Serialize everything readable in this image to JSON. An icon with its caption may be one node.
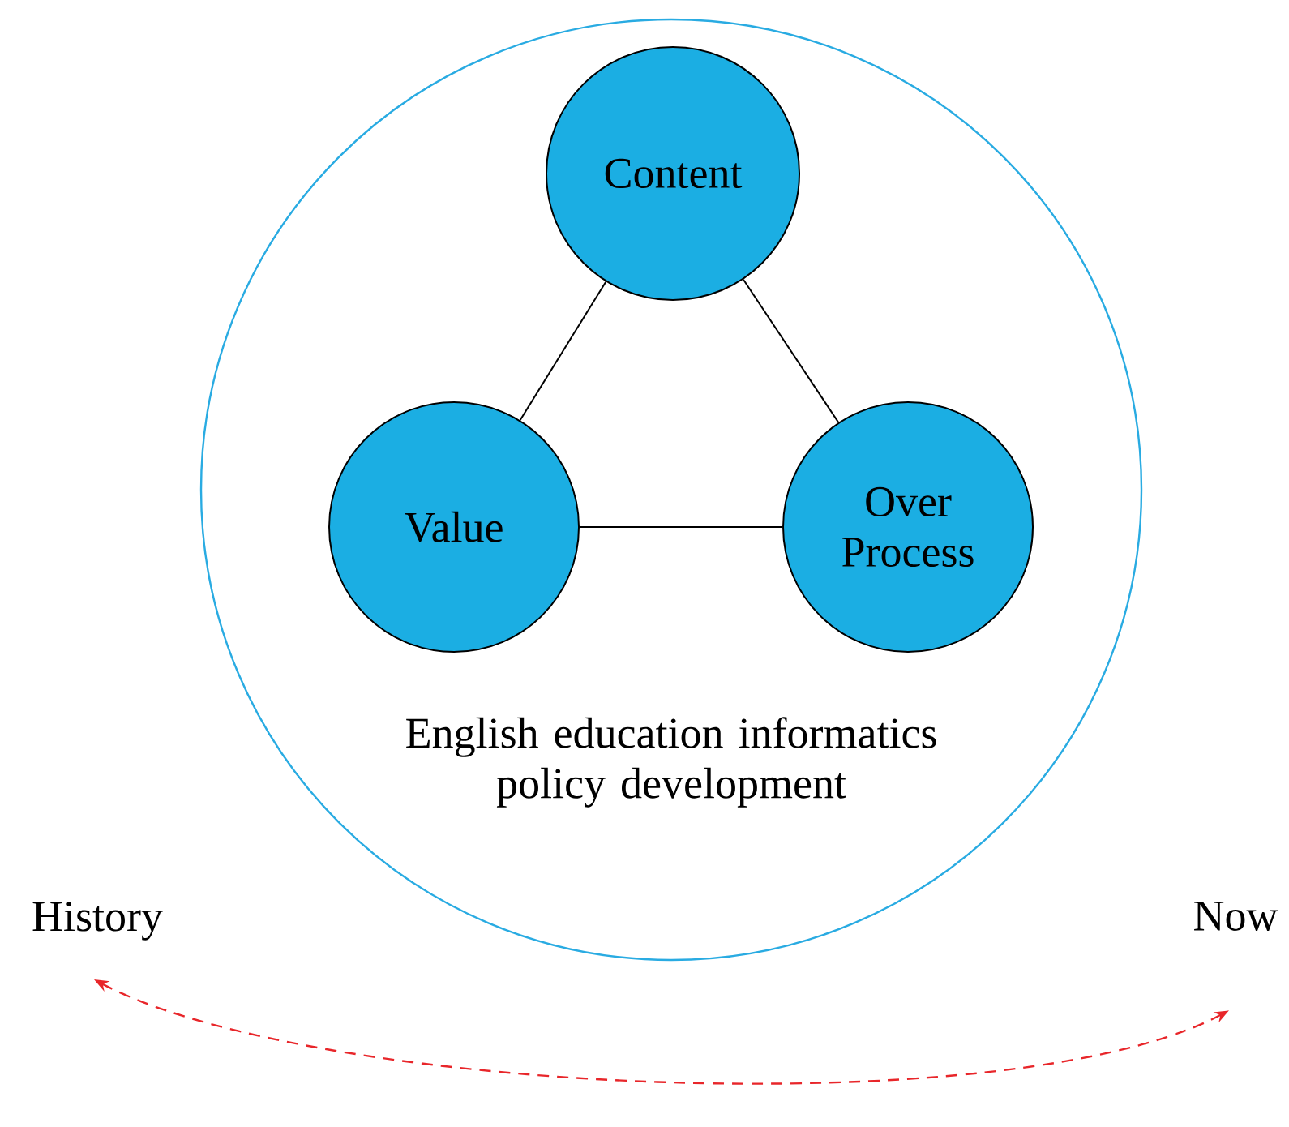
{
  "diagram": {
    "nodes": [
      {
        "text": [
          "English education informatics policy development"
        ]
      },
      {
        "text": [
          "Content"
        ],
        "in": 0
      },
      {
        "text": [
          "Value"
        ],
        "in": 0
      },
      {
        "text": [
          "Over Process"
        ],
        "in": 0
      },
      {
        "text": [
          "History"
        ]
      },
      {
        "text": [
          "Now"
        ]
      }
    ],
    "edges": [
      {
        "from": 1,
        "to": 2,
        "arrow": "none"
      },
      {
        "from": 1,
        "to": 3,
        "arrow": "none"
      },
      {
        "from": 2,
        "to": 3,
        "arrow": "none"
      },
      {
        "from": 4,
        "to": 5,
        "arrow": "both",
        "style": "dashed",
        "color": "#e8262a"
      }
    ]
  }
}
